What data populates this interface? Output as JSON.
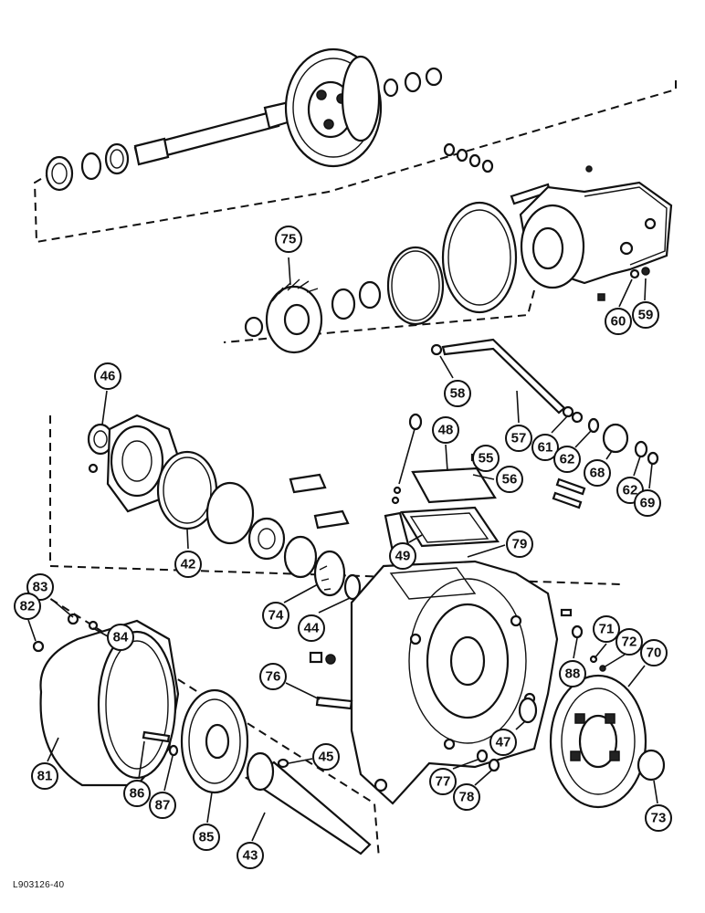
{
  "figure_id": "L903126-40",
  "callouts": [
    "75",
    "60",
    "59",
    "58",
    "57",
    "61",
    "62",
    "68",
    "62",
    "69",
    "48",
    "55",
    "56",
    "46",
    "42",
    "49",
    "79",
    "74",
    "44",
    "83",
    "84",
    "82",
    "71",
    "72",
    "70",
    "88",
    "76",
    "47",
    "45",
    "81",
    "86",
    "87",
    "85",
    "43",
    "77",
    "78",
    "73"
  ]
}
